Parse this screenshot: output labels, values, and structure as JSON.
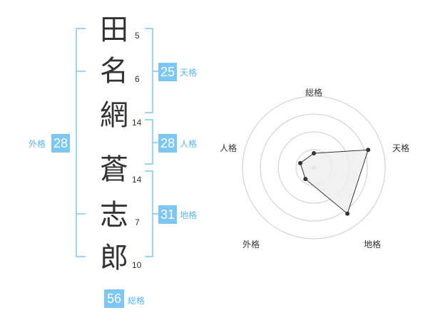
{
  "name": {
    "chars": [
      {
        "kanji": "田",
        "strokes": "5"
      },
      {
        "kanji": "名",
        "strokes": "6"
      },
      {
        "kanji": "網",
        "strokes": "14"
      },
      {
        "kanji": "蒼",
        "strokes": "14"
      },
      {
        "kanji": "志",
        "strokes": "7"
      },
      {
        "kanji": "郎",
        "strokes": "10"
      }
    ]
  },
  "fortune": {
    "tenkaku": {
      "value": "25",
      "label": "天格"
    },
    "jinkaku": {
      "value": "28",
      "label": "人格"
    },
    "chikaku": {
      "value": "31",
      "label": "地格"
    },
    "gaikaku": {
      "value": "28",
      "label": "外格"
    },
    "soukaku": {
      "value": "56",
      "label": "総格"
    }
  },
  "chart_data": {
    "type": "radar",
    "axes": [
      "総格",
      "天格",
      "地格",
      "外格",
      "人格"
    ],
    "values": [
      0.2,
      0.8,
      0.8,
      0.2,
      0.2
    ],
    "max": 1,
    "rings": 4,
    "colors": {
      "bracket": "#7cc7f3",
      "line": "#333333",
      "fill": "#eeeeee",
      "grid": "#cccccc"
    }
  }
}
